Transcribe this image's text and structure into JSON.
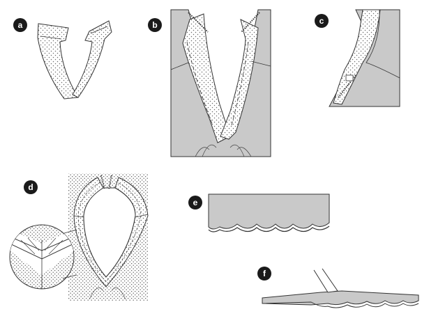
{
  "steps": [
    {
      "id": "a",
      "label": "a"
    },
    {
      "id": "b",
      "label": "b"
    },
    {
      "id": "c",
      "label": "c"
    },
    {
      "id": "d",
      "label": "d"
    },
    {
      "id": "e",
      "label": "e"
    },
    {
      "id": "f",
      "label": "f"
    }
  ],
  "colors": {
    "fabric_gray": "#c9c9c9",
    "dots": "#6a6a6a",
    "outline": "#333333",
    "badge": "#1a1a1a"
  }
}
